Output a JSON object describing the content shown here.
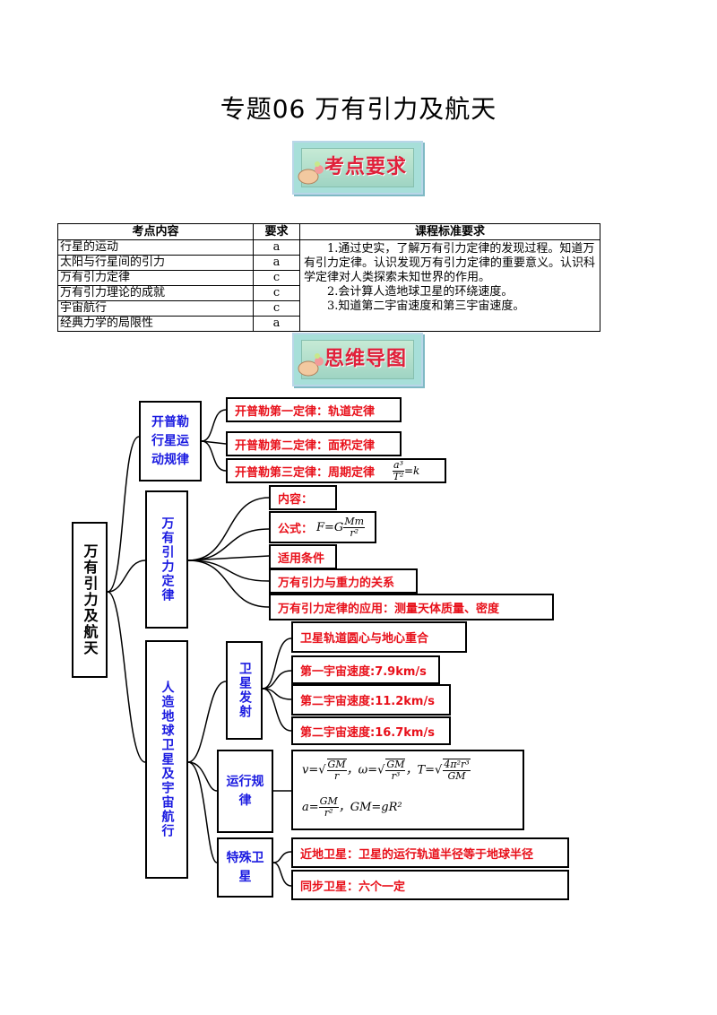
{
  "title": "专题06 万有引力及航天",
  "banners": {
    "requirements": "考点要求",
    "mindmap": "思维导图"
  },
  "table": {
    "headers": [
      "考点内容",
      "要求",
      "课程标准要求"
    ],
    "rows": [
      {
        "topic": "行星的运动",
        "level": "a"
      },
      {
        "topic": "太阳与行星间的引力",
        "level": "a"
      },
      {
        "topic": "万有引力定律",
        "level": "c"
      },
      {
        "topic": "万有引力理论的成就",
        "level": "c"
      },
      {
        "topic": "宇宙航行",
        "level": "c"
      },
      {
        "topic": "经典力学的局限性",
        "level": "a"
      }
    ],
    "standards": [
      "1.通过史实，了解万有引力定律的发现过程。知道万有引力定律。认识发现万有引力定律的重要意义。认识科学定律对人类探索未知世界的作用。",
      "2.会计算人造地球卫星的环绕速度。",
      "3.知道第二宇宙速度和第三宇宙速度。"
    ]
  },
  "mindmap": {
    "root": "万有引力及航天",
    "kepler": {
      "label": "开普勒行星运动规律",
      "items": [
        "开普勒第一定律：轨道定律",
        "开普勒第二定律：面积定律",
        "开普勒第三定律：周期定律"
      ],
      "formula": {
        "num": "a³",
        "den": "T²",
        "rhs": "=k"
      }
    },
    "gravitation": {
      "label": "万有引力定律",
      "items": [
        "内容：",
        "公式：",
        "适用条件",
        "万有引力与重力的关系",
        "万有引力定律的应用：测量天体质量、密度"
      ],
      "formula": {
        "lhs": "F=G",
        "num": "Mm",
        "den": "r²"
      }
    },
    "space": {
      "label": "人造地球卫星及宇宙航行",
      "launch": {
        "label": "卫星发射",
        "items": [
          "卫星轨道圆心与地心重合",
          "第一宇宙速度:7.9km/s",
          "第二宇宙速度:11.2km/s",
          "第二宇宙速度:16.7km/s"
        ]
      },
      "motion": {
        "label": "运行规律",
        "line1": {
          "v": "v=",
          "v_num": "GM",
          "v_den": "r",
          "w": "，ω=",
          "w_num": "GM",
          "w_den": "r³",
          "t": "，T=",
          "t_num": "4π²r³",
          "t_den": "GM"
        },
        "line2": {
          "a": "a=",
          "a_num": "GM",
          "a_den": "r²",
          "gm": "，GM=gR²"
        }
      },
      "special": {
        "label": "特殊卫星",
        "items": [
          "近地卫星：卫星的运行轨道半径等于地球半径",
          "同步卫星：六个一定"
        ]
      }
    }
  }
}
